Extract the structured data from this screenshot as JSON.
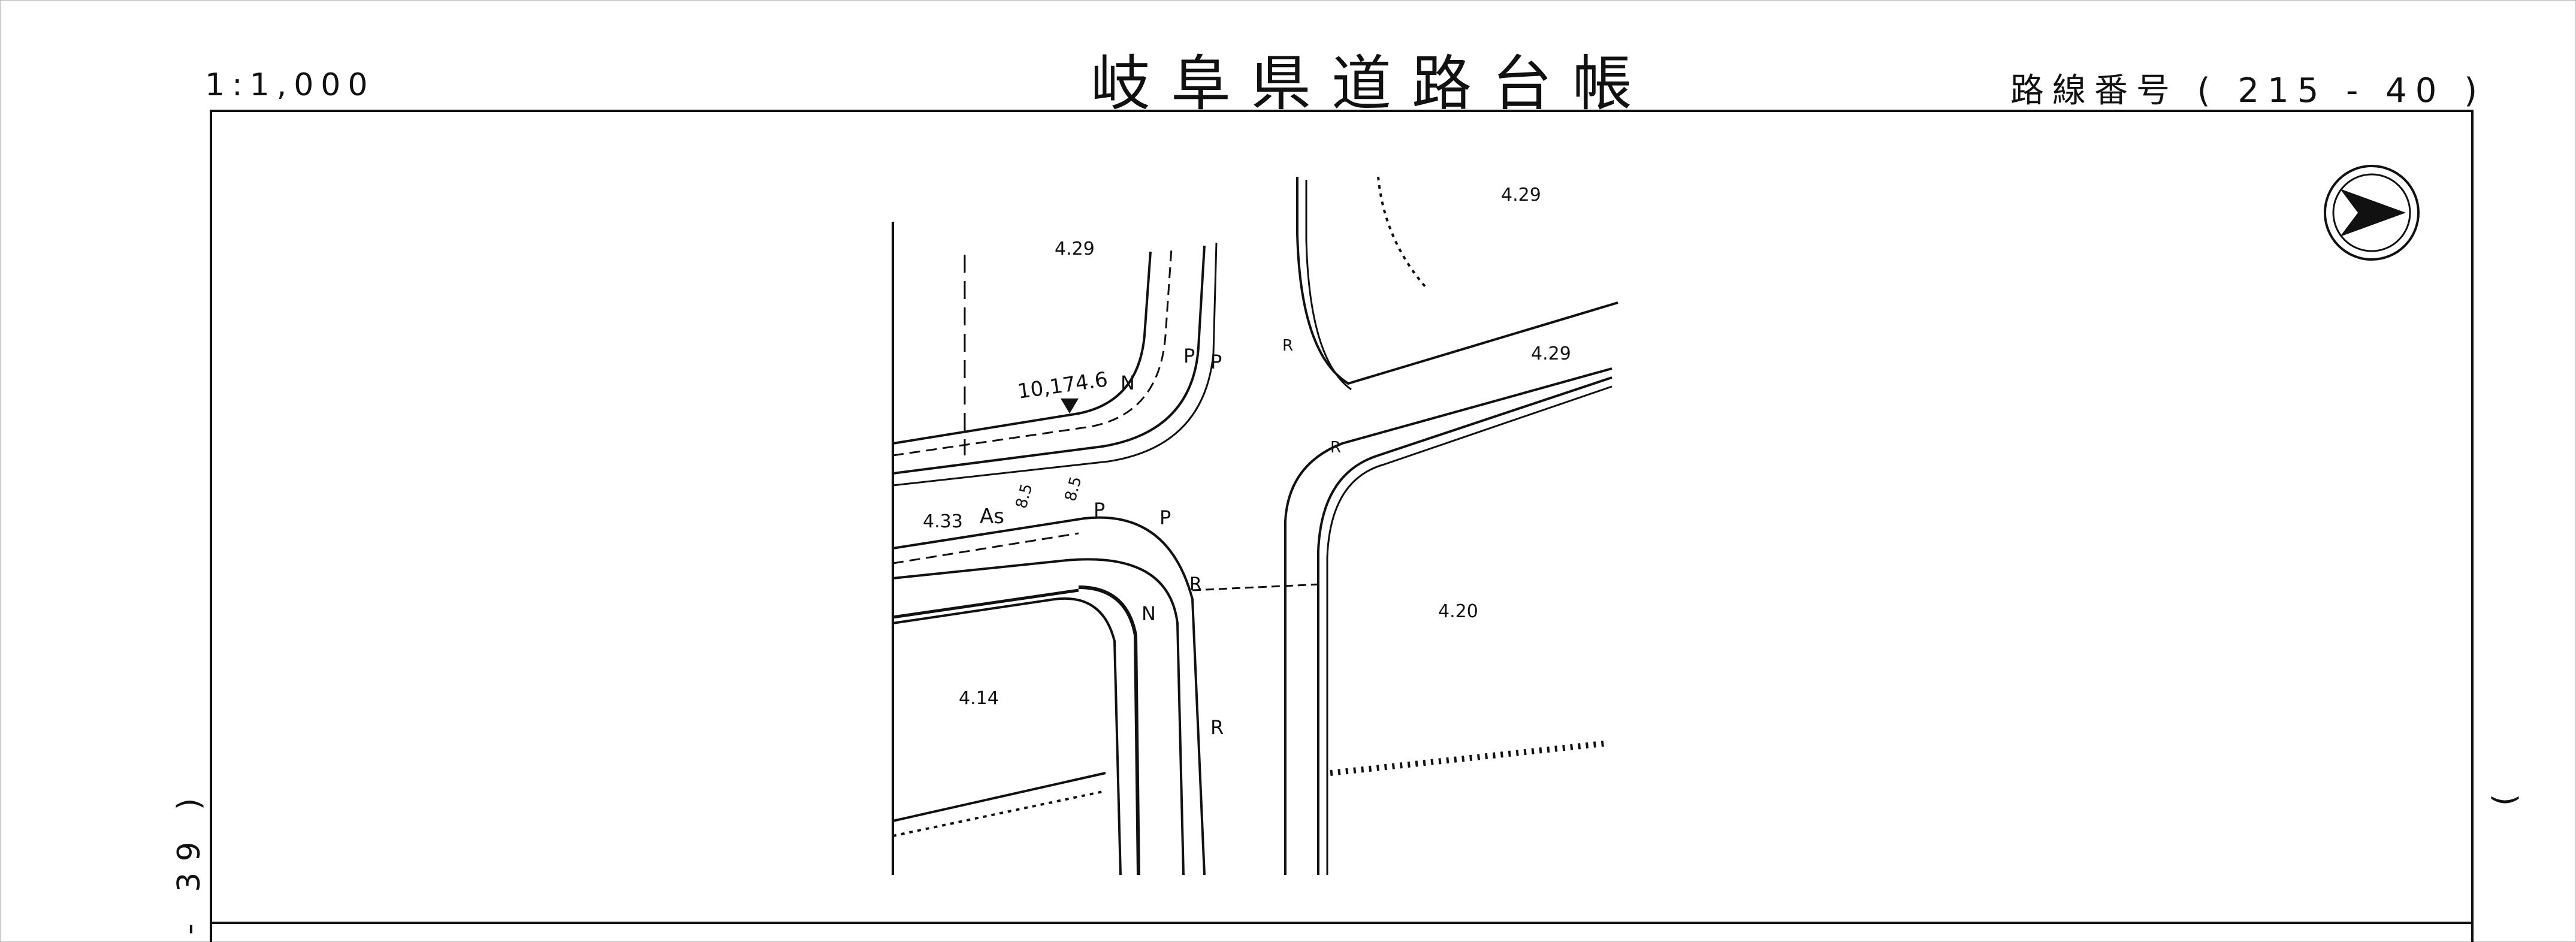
{
  "header": {
    "scale": "1:1,000",
    "title": "岐阜県道路台帳",
    "route_number": "路線番号 ( 215 - 40 )"
  },
  "side": {
    "left": "- 39 )",
    "right": "("
  },
  "map": {
    "station_label": "10,174.6",
    "surface_label": "As",
    "dimension_labels": [
      "8.5",
      "8.5"
    ],
    "elevations": [
      "4.29",
      "4.29",
      "4.29",
      "4.33",
      "4.14",
      "4.20"
    ],
    "symbols": [
      "N",
      "N",
      "P",
      "P",
      "P",
      "P",
      "R",
      "R",
      "R",
      "R"
    ],
    "north_arrow": "north-arrow-icon"
  }
}
